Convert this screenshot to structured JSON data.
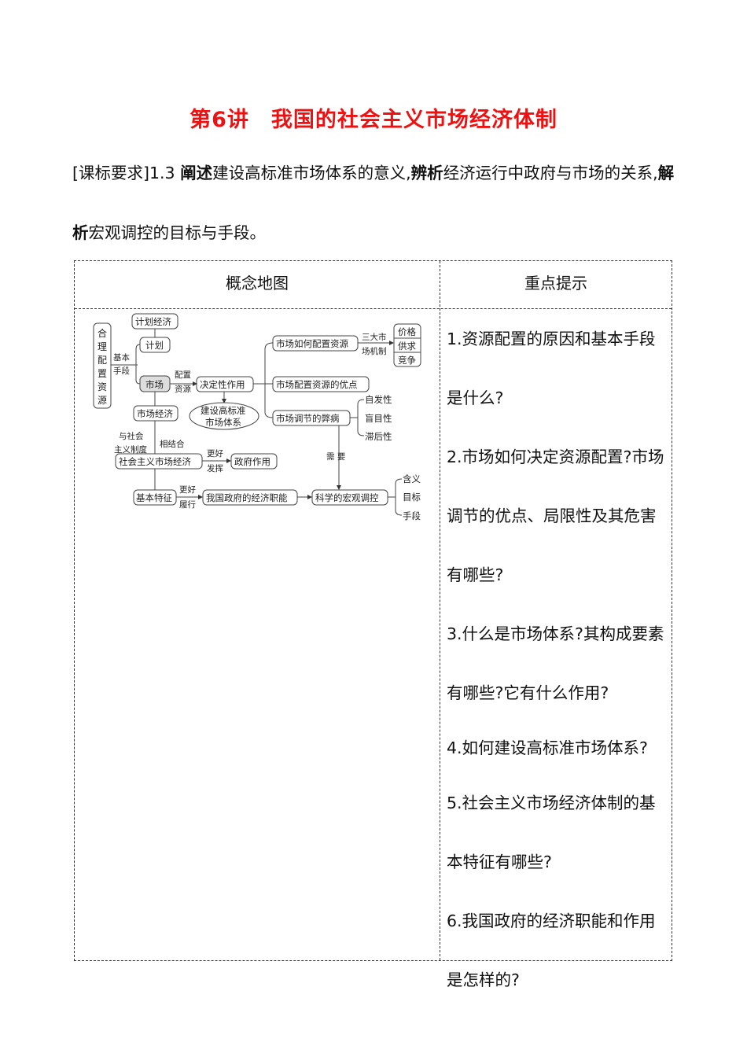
{
  "title": {
    "lesson": "第6讲",
    "name": "我国的社会主义市场经济体制"
  },
  "requirement": {
    "prefix": "[课标要求]1.3 ",
    "k1": "阐述",
    "t1": "建设高标准市场体系的意义,",
    "k2": "辨析",
    "t2": "经济运行中政府与市场的关系,",
    "k3": "解析",
    "t3": "宏观调控的目标与手段。"
  },
  "table": {
    "header_left": "概念地图",
    "header_right": "重点提示"
  },
  "tips": [
    "1.资源配置的原因和基本手段是什么?",
    "2.市场如何决定资源配置?市场调节的优点、局限性及其危害有哪些?",
    "3.什么是市场体系?其构成要素有哪些?它有什么作用?",
    "4.如何建设高标准市场体系?",
    "5.社会主义市场经济体制的基本特征有哪些?",
    "6.我国政府的经济职能和作用是怎样的?"
  ],
  "diagram": {
    "root": "合理配置资源",
    "edge_basic": [
      "基本",
      "手段"
    ],
    "plan_economy": "计划经济",
    "plan": "计划",
    "market": "市场",
    "edge_allocate": [
      "配置",
      "资源"
    ],
    "decisive": "决定性作用",
    "build": [
      "建设高标准",
      "市场体系"
    ],
    "how": "市场如何配置资源",
    "edge_three": [
      "三大市",
      "场机制"
    ],
    "mechanisms": [
      "价格",
      "供求",
      "竞争"
    ],
    "advantages": "市场配置资源的优点",
    "defects": "市场调节的弊病",
    "defect_items": [
      "自发性",
      "盲目性",
      "滞后性"
    ],
    "market_economy": "市场经济",
    "edge_combine_left": [
      "与社会",
      "主义制度"
    ],
    "edge_combine_right": "相结合",
    "socialist": "社会主义市场经济",
    "edge_play": [
      "更好",
      "发挥"
    ],
    "gov_role": "政府作用",
    "features": "基本特征",
    "edge_perform": [
      "更好",
      "履行"
    ],
    "gov_functions": "我国政府的经济职能",
    "edge_need": "需  要",
    "macro": "科学的宏观调控",
    "macro_items": [
      "含义",
      "目标",
      "手段"
    ]
  }
}
